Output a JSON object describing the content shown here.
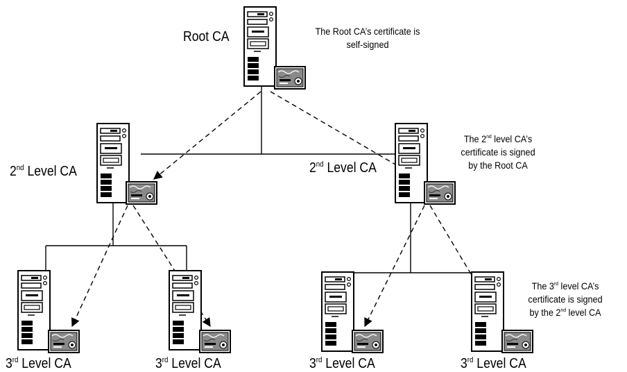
{
  "nodes": {
    "root": {
      "label": "Root CA"
    },
    "l2_left": {
      "label_ord": "2",
      "label_sup": "nd",
      "label_rest": " Level CA"
    },
    "l2_right": {
      "label_ord": "2",
      "label_sup": "nd",
      "label_rest": " Level CA"
    },
    "l3_a": {
      "label_ord": "3",
      "label_sup": "rd",
      "label_rest": " Level CA"
    },
    "l3_b": {
      "label_ord": "3",
      "label_sup": "rd",
      "label_rest": " Level CA"
    },
    "l3_c": {
      "label_ord": "3",
      "label_sup": "rd",
      "label_rest": " Level CA"
    },
    "l3_d": {
      "label_ord": "3",
      "label_sup": "rd",
      "label_rest": " Level CA"
    }
  },
  "notes": {
    "root": {
      "line1": "The Root CA’s certificate is",
      "line2": "self-signed"
    },
    "level2": {
      "l1_pre": "The 2",
      "l1_sup": "nd",
      "l1_post": " level CA’s",
      "line2": "certificate is signed",
      "line3": "by the Root CA"
    },
    "level3": {
      "l1_pre": "The 3",
      "l1_sup": "rd",
      "l1_post": " level CA’s",
      "line2": "certificate is signed",
      "l3_pre": "by the 2",
      "l3_sup": "nd",
      "l3_post": " level CA"
    }
  },
  "icons": {
    "server": "server-tower-icon",
    "certificate": "certificate-icon"
  }
}
